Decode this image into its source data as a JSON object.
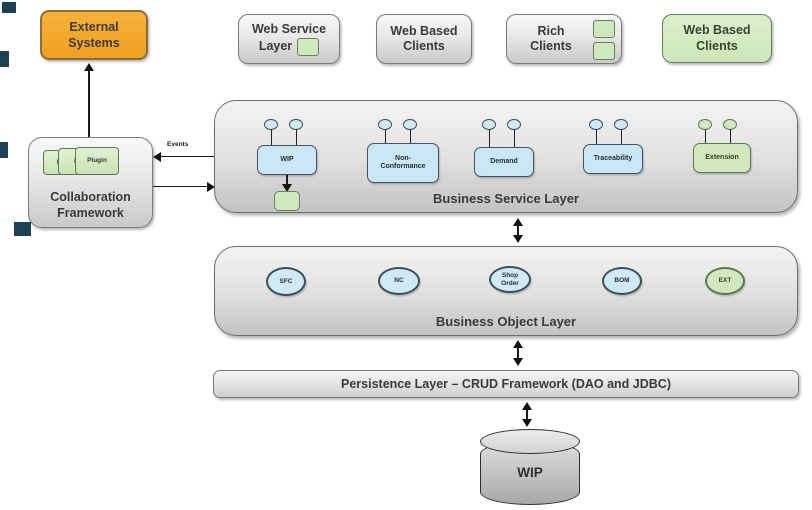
{
  "diagram": {
    "external_systems": {
      "line1": "External",
      "line2": "Systems"
    },
    "top_boxes": [
      {
        "line1": "Web Service",
        "line2": "Layer",
        "variant": "gray",
        "green_squares": 1
      },
      {
        "line1": "Web Based",
        "line2": "Clients",
        "variant": "gray",
        "green_squares": 0
      },
      {
        "line1": "Rich",
        "line2": "Clients",
        "variant": "gray",
        "green_squares": 2
      },
      {
        "line1": "Web Based",
        "line2": "Clients",
        "variant": "green",
        "green_squares": 0
      }
    ],
    "collaboration": {
      "line1": "Collaboration",
      "line2": "Framework",
      "plugins": [
        {
          "label": "Pl"
        },
        {
          "label": "Plu"
        },
        {
          "label": "Plugin"
        }
      ],
      "events_label": "Events"
    },
    "service_layer": {
      "title": "Business Service Layer",
      "components": [
        {
          "label": "WIP",
          "variant": "blue"
        },
        {
          "line1": "Non-",
          "line2": "Conformance",
          "variant": "blue"
        },
        {
          "label": "Demand",
          "variant": "blue"
        },
        {
          "label": "Traceability",
          "variant": "blue"
        },
        {
          "label": "Extension",
          "variant": "green"
        }
      ]
    },
    "object_layer": {
      "title": "Business Object Layer",
      "objects": [
        {
          "label": "SFC",
          "variant": "blue"
        },
        {
          "label": "NC",
          "variant": "blue"
        },
        {
          "line1": "Shop",
          "line2": "Order",
          "variant": "blue"
        },
        {
          "label": "BOM",
          "variant": "blue"
        },
        {
          "label": "EXT",
          "variant": "green"
        }
      ]
    },
    "persistence_layer": {
      "title": "Persistence Layer – CRUD Framework (DAO and JDBC)"
    },
    "database": {
      "label": "WIP"
    },
    "colors": {
      "orange_fill": "#f2a52e",
      "orange_border": "#8e6c33",
      "gray_fill_top": "#f8f8f8",
      "gray_fill_bottom": "#c9c9c9",
      "green_fill": "#d2e9c0",
      "green_border": "#64805a",
      "blue_fill": "#cbe7f5",
      "blue_border": "#44545f",
      "layer_border": "#6d6d6d",
      "arrow": "#1a1a1a",
      "edge_mark": "#1c4152"
    }
  }
}
